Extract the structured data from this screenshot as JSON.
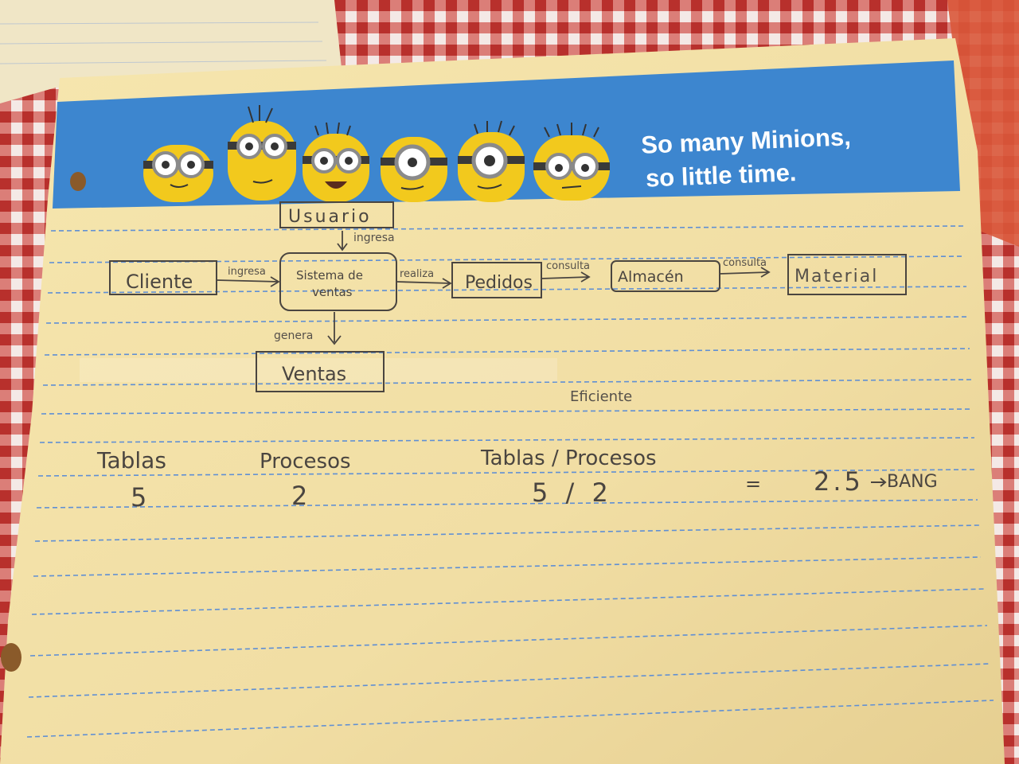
{
  "banner": {
    "line1": "So many Minions,",
    "line2": "so little time.",
    "color": "#3d86cf",
    "minion_color": "#f2c91d"
  },
  "diagram": {
    "usuario": "Usuario",
    "ingresa_down": "ingresa",
    "cliente": "Cliente",
    "ingresa_right": "ingresa",
    "sistema_line1": "Sistema de",
    "sistema_line2": "ventas",
    "realiza": "realiza",
    "pedidos": "Pedidos",
    "consulta_1": "consulta",
    "almacen": "Almacén",
    "consulta_2": "consulta",
    "material": "Material",
    "genera": "genera",
    "ventas": "Ventas"
  },
  "notes": {
    "eficiente": "Eficiente",
    "tablas_label": "Tablas",
    "tablas_value": "5",
    "procesos_label": "Procesos",
    "procesos_value": "2",
    "ratio_label": "Tablas / Procesos",
    "ratio_expr": "5 / 2",
    "equals": "=",
    "result": "2.5",
    "result_tag": "BANG"
  },
  "colors": {
    "paper": "#f3e1a6",
    "rule": "#5f8fd4",
    "ink": "#4a4540",
    "tablecloth": "#c8463f"
  }
}
